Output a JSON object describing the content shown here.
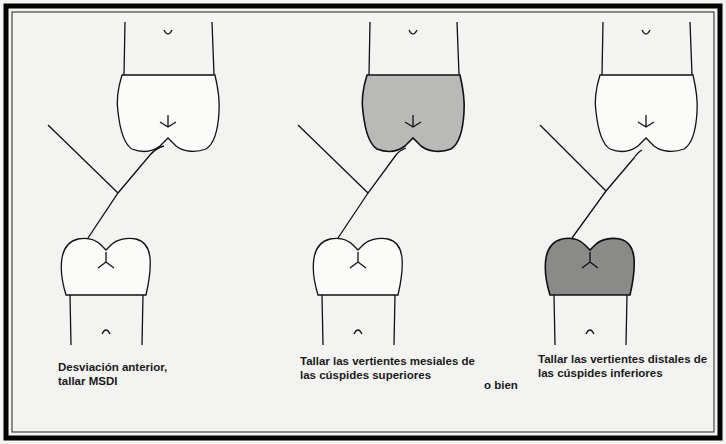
{
  "diagram": {
    "labels": [
      "Desviación anterior, tallar MSDI",
      "Tallar las vertientes mesiales de las cúspides superiores",
      "o bien",
      "Tallar las vertientes distales de las cúspides inferiores"
    ]
  }
}
